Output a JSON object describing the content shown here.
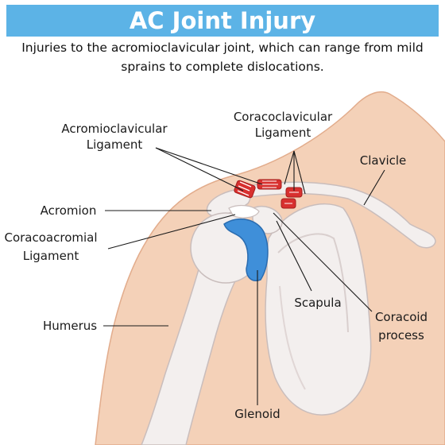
{
  "title": "AC Joint Injury",
  "subtitle": {
    "line1": "Injuries to the acromioclavicular joint, which can range from mild",
    "line2": "sprains to complete dislocations."
  },
  "labels": {
    "acromioclavicular_ligament": [
      "Acromioclavicular",
      "Ligament"
    ],
    "coracoclavicular_ligament": [
      "Coracoclavicular",
      "Ligament"
    ],
    "clavicle": "Clavicle",
    "acromion": "Acromion",
    "coracoacromial_ligament": [
      "Coracoacromial",
      "Ligament"
    ],
    "humerus": "Humerus",
    "scapula": "Scapula",
    "coracoid_process": [
      "Coracoid",
      "process"
    ],
    "glenoid": "Glenoid"
  },
  "colors": {
    "banner": "#5cb3e6",
    "skin": "#f4d1b8",
    "skin_outline": "#e2ac8c",
    "bone": "#f3efee",
    "bone_outline": "#c9bdbc",
    "cartilage": "#3f8fd9",
    "injured_ligament": "#d8302f",
    "ligament_fiber": "#ffffff"
  }
}
